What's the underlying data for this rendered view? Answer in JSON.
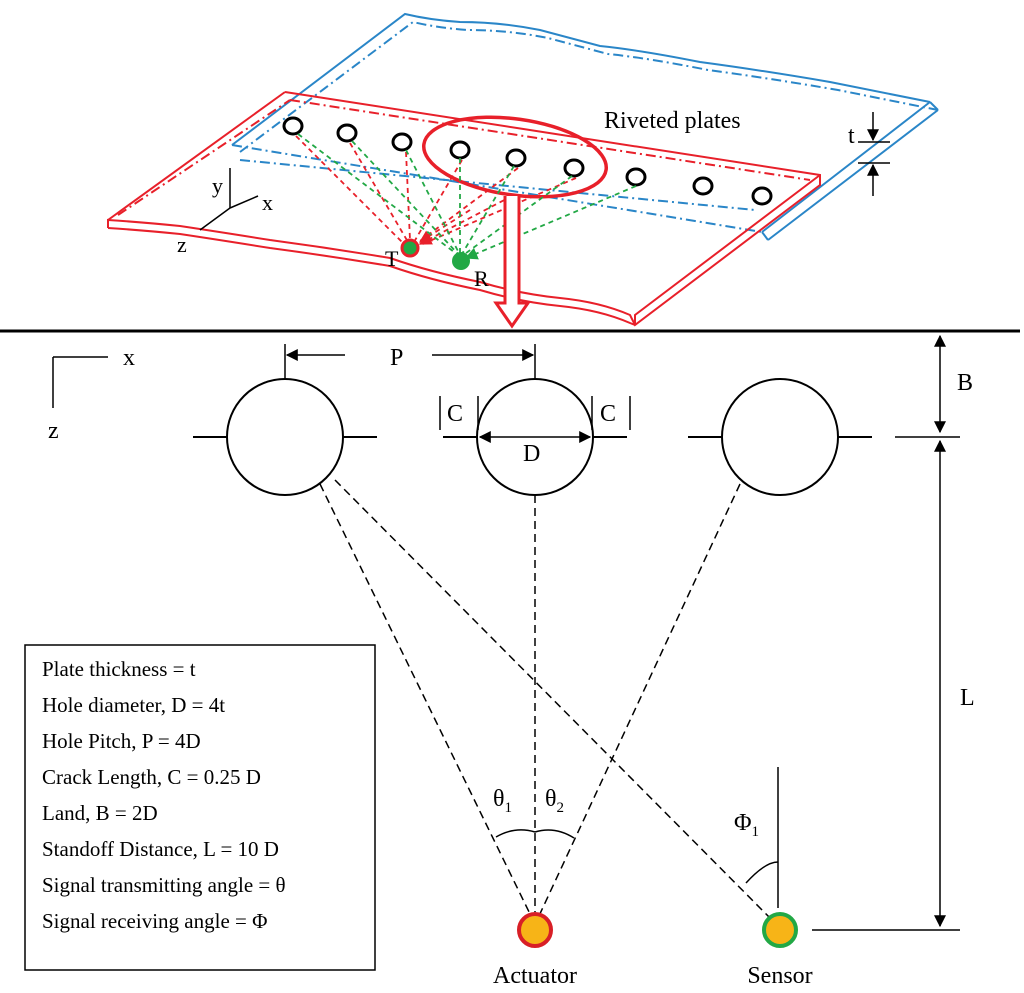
{
  "top_view": {
    "title": "Riveted plates",
    "thickness_label": "t",
    "axis_x": "x",
    "axis_y": "y",
    "axis_z": "z",
    "transmitter_label": "T",
    "receiver_label": "R",
    "colors": {
      "lower_plate": "#e8202a",
      "upper_plate": "#2a86c8",
      "ray": "#e8202a",
      "return_ray": "#22a845",
      "transmitter": "#e8202a",
      "receiver": "#22a845"
    }
  },
  "section_view": {
    "axis_x": "x",
    "axis_z": "z",
    "pitch_label": "P",
    "crack_label_left": "C",
    "crack_label_right": "C",
    "diameter_label": "D",
    "land_label": "B",
    "standoff_label": "L",
    "theta1_label": "θ",
    "theta1_sub": "1",
    "theta2_label": "θ",
    "theta2_sub": "2",
    "phi1_label": "Φ",
    "phi1_sub": "1",
    "actuator_label": "Actuator",
    "sensor_label": "Sensor",
    "colors": {
      "actuator_ring": "#d81f26",
      "sensor_ring": "#22a845",
      "transducer_fill": "#f7b417"
    }
  },
  "legend": {
    "lines": [
      "Plate thickness = t",
      "Hole diameter, D = 4t",
      "Hole Pitch, P = 4D",
      "Crack Length, C = 0.25 D",
      "Land, B = 2D",
      "Standoff Distance, L = 10 D",
      "Signal transmitting angle = θ",
      "Signal receiving angle = Φ"
    ]
  }
}
